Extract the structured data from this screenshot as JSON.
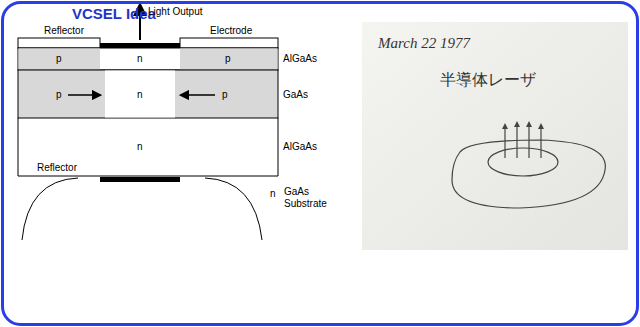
{
  "diagram": {
    "title": "VCSEL Idea",
    "labels": [
      "Light Output",
      "Reflector",
      "Electrode",
      "p",
      "n",
      "p",
      "AlGaAs",
      "p",
      "n",
      "p",
      "GaAs",
      "n",
      "AlGaAs",
      "Reflector",
      "n",
      "GaAs Substrate",
      "March 22 1977",
      "半導体レーザ"
    ]
  }
}
